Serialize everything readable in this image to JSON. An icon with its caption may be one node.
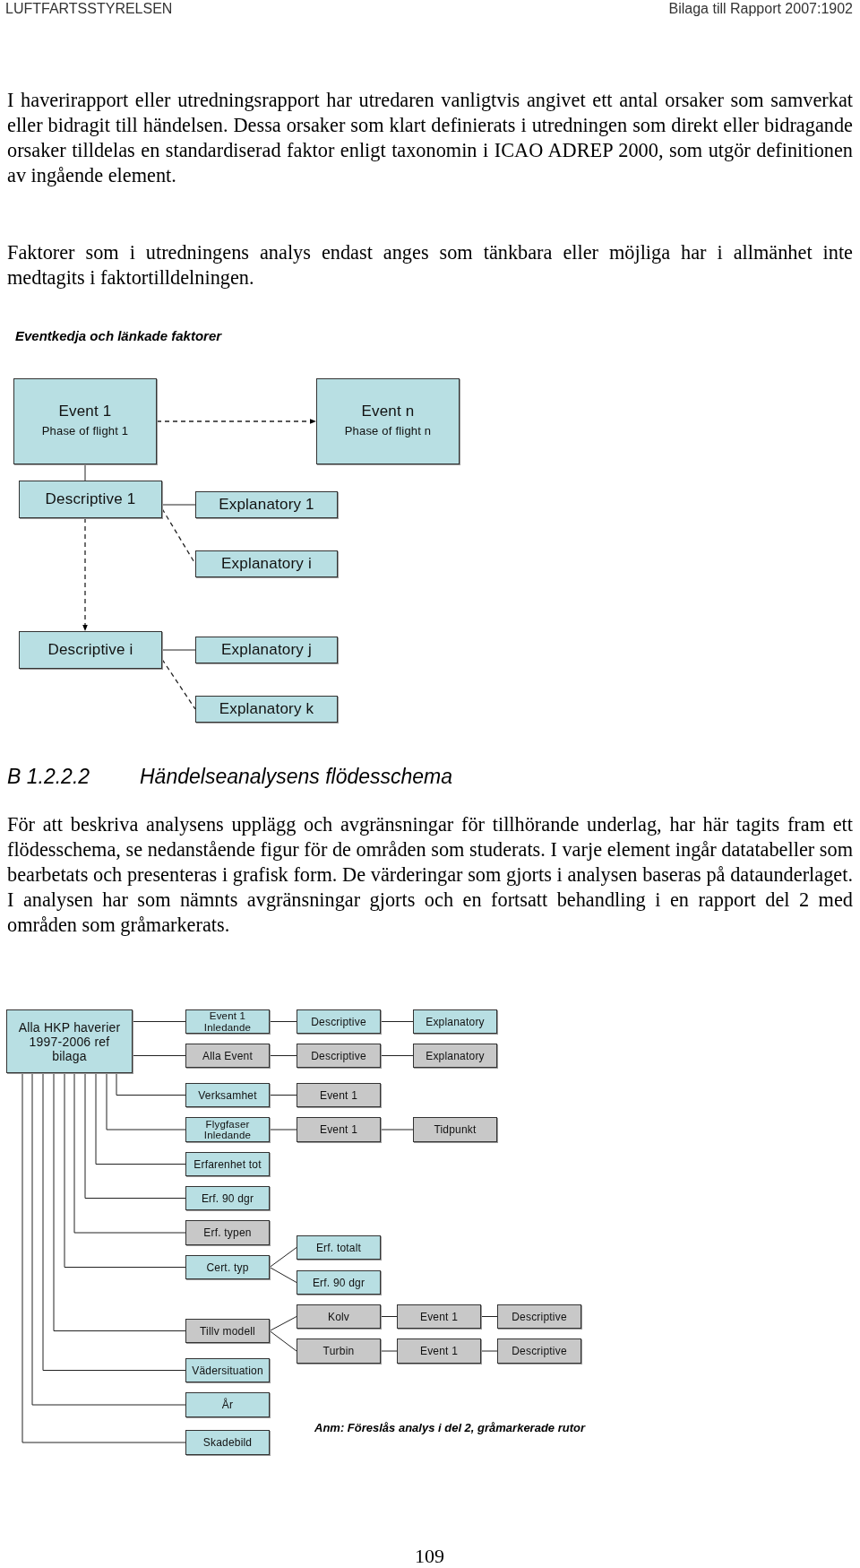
{
  "diagram": {
    "nodes": [
      {
        "text": [
          "Event 1",
          "Phase of flight 1"
        ]
      },
      {
        "text": [
          "Event n",
          "Phase of flight n"
        ]
      },
      {
        "text": [
          "Descriptive 1"
        ]
      },
      {
        "text": [
          "Explanatory 1"
        ]
      },
      {
        "text": [
          "Explanatory i"
        ]
      },
      {
        "text": [
          "Descriptive i"
        ]
      },
      {
        "text": [
          "Explanatory j"
        ]
      },
      {
        "text": [
          "Explanatory k"
        ]
      },
      {
        "text": [
          "Alla HKP haverier 1997-2006 ref bilaga"
        ]
      },
      {
        "text": [
          "Event 1 Inledande"
        ]
      },
      {
        "text": [
          "Descriptive"
        ]
      },
      {
        "text": [
          "Explanatory"
        ]
      },
      {
        "text": [
          "Alla Event"
        ]
      },
      {
        "text": [
          "Descriptive"
        ]
      },
      {
        "text": [
          "Explanatory"
        ]
      },
      {
        "text": [
          "Verksamhet"
        ]
      },
      {
        "text": [
          "Event 1"
        ]
      },
      {
        "text": [
          "Flygfaser Inledande"
        ]
      },
      {
        "text": [
          "Event 1"
        ]
      },
      {
        "text": [
          "Tidpunkt"
        ]
      },
      {
        "text": [
          "Erfarenhet tot"
        ]
      },
      {
        "text": [
          "Erf. 90 dgr"
        ]
      },
      {
        "text": [
          "Erf. typen"
        ]
      },
      {
        "text": [
          "Erf. totalt"
        ]
      },
      {
        "text": [
          "Cert. typ"
        ]
      },
      {
        "text": [
          "Erf. 90 dgr"
        ]
      },
      {
        "text": [
          "Kolv"
        ]
      },
      {
        "text": [
          "Event 1"
        ]
      },
      {
        "text": [
          "Descriptive"
        ]
      },
      {
        "text": [
          "Tillv modell"
        ]
      },
      {
        "text": [
          "Turbin"
        ]
      },
      {
        "text": [
          "Event 1"
        ]
      },
      {
        "text": [
          "Descriptive"
        ]
      },
      {
        "text": [
          "Vädersituation"
        ]
      },
      {
        "text": [
          "År"
        ]
      },
      {
        "text": [
          "Skadebild"
        ]
      }
    ],
    "edges": [
      {
        "from": 0,
        "to": 1,
        "arrow": "to",
        "style": "dashed"
      },
      {
        "from": 0,
        "to": 2,
        "arrow": "none"
      },
      {
        "from": 2,
        "to": 3,
        "arrow": "none"
      },
      {
        "from": 2,
        "to": 4,
        "arrow": "none",
        "style": "dashed"
      },
      {
        "from": 2,
        "to": 5,
        "arrow": "to",
        "style": "dashed"
      },
      {
        "from": 5,
        "to": 6,
        "arrow": "none"
      },
      {
        "from": 5,
        "to": 7,
        "arrow": "none",
        "style": "dashed"
      },
      {
        "from": 8,
        "to": 9,
        "arrow": "none"
      },
      {
        "from": 9,
        "to": 10,
        "arrow": "none"
      },
      {
        "from": 10,
        "to": 11,
        "arrow": "none"
      },
      {
        "from": 8,
        "to": 12,
        "arrow": "none"
      },
      {
        "from": 12,
        "to": 13,
        "arrow": "none"
      },
      {
        "from": 13,
        "to": 14,
        "arrow": "none"
      },
      {
        "from": 8,
        "to": 15,
        "arrow": "none"
      },
      {
        "from": 15,
        "to": 16,
        "arrow": "none"
      },
      {
        "from": 8,
        "to": 17,
        "arrow": "none"
      },
      {
        "from": 17,
        "to": 18,
        "arrow": "none"
      },
      {
        "from": 18,
        "to": 19,
        "arrow": "none"
      },
      {
        "from": 8,
        "to": 20,
        "arrow": "none"
      },
      {
        "from": 8,
        "to": 21,
        "arrow": "none"
      },
      {
        "from": 8,
        "to": 22,
        "arrow": "none"
      },
      {
        "from": 8,
        "to": 24,
        "arrow": "none"
      },
      {
        "from": 24,
        "to": 23,
        "arrow": "none"
      },
      {
        "from": 24,
        "to": 25,
        "arrow": "none"
      },
      {
        "from": 8,
        "to": 29,
        "arrow": "none"
      },
      {
        "from": 29,
        "to": 26,
        "arrow": "none"
      },
      {
        "from": 26,
        "to": 27,
        "arrow": "none"
      },
      {
        "from": 27,
        "to": 28,
        "arrow": "none"
      },
      {
        "from": 29,
        "to": 30,
        "arrow": "none"
      },
      {
        "from": 30,
        "to": 31,
        "arrow": "none"
      },
      {
        "from": 31,
        "to": 32,
        "arrow": "none"
      },
      {
        "from": 8,
        "to": 33,
        "arrow": "none"
      },
      {
        "from": 8,
        "to": 34,
        "arrow": "none"
      },
      {
        "from": 8,
        "to": 35,
        "arrow": "none"
      }
    ],
    "labels": [
      "LUFTFARTSSTYRELSEN",
      "Bilaga till Rapport 2007:1902",
      "I haverirapport eller utredningsrapport har utredaren vanligtvis angivet ett antal orsaker som samverkat eller bidragit till händelsen. Dessa orsaker som klart definierats i utredningen som direkt eller bidragande orsaker tilldelas en standardiserad faktor enligt taxonomin i ICAO ADREP 2000, som utgör definitionen av ingående element.",
      "Faktorer som i utredningens analys endast anges som tänkbara eller möjliga har i allmänhet inte medtagits i faktortilldelningen.",
      "Eventkedja och länkade faktorer",
      "B 1.2.2.2",
      "Händelseanalysens flödesschema",
      "För att beskriva analysens upplägg och avgränsningar för tillhörande underlag, har här tagits fram ett flödesschema, se nedanstående figur för de områden som studerats. I varje element ingår datatabeller som bearbetats och presenteras i grafisk form. De värderingar som gjorts i analysen baseras på dataunderlaget. I analysen har som nämnts avgränsningar gjorts och en fortsatt behandling i en rapport del 2 med områden som gråmarkerats.",
      "Anm: Föreslås analys i del 2, gråmarkerade rutor",
      "109"
    ]
  }
}
